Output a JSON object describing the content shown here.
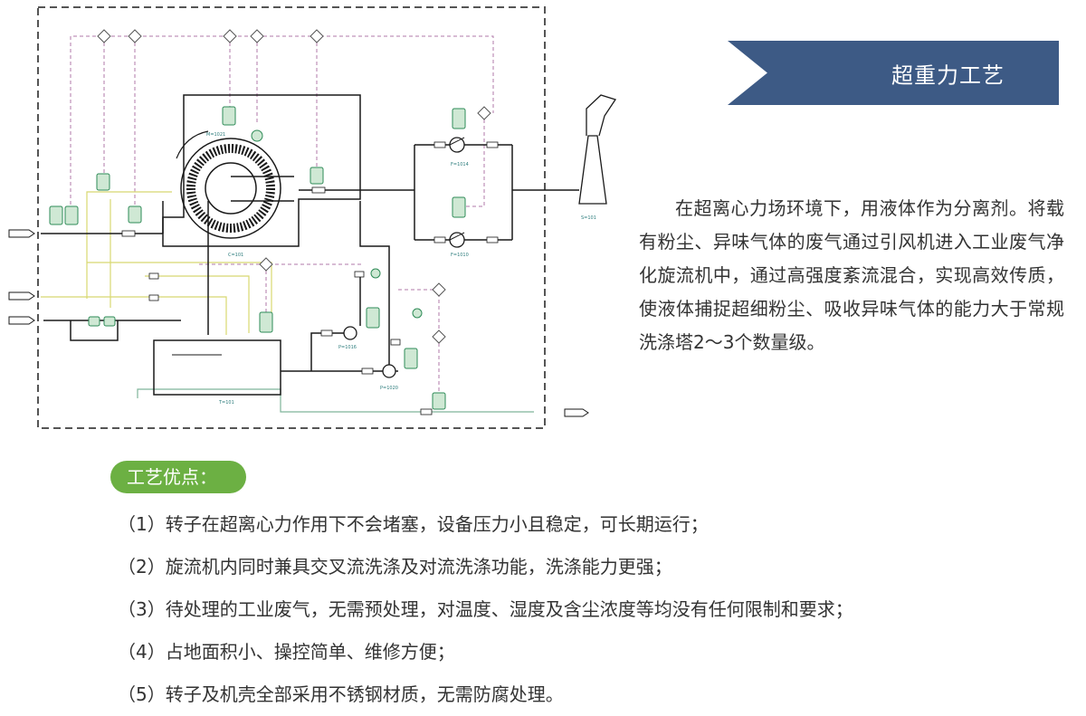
{
  "header": {
    "title": "超重力工艺"
  },
  "description": "在超离心力场环境下，用液体作为分离剂。将载有粉尘、异味气体的废气通过引风机进入工业废气净化旋流机中，通过高强度紊流混合，实现高效传质，使液体捕捉超细粉尘、吸收异味气体的能力大于常规洗涤塔2～3个数量级。",
  "advantages": {
    "title": "工艺优点：",
    "items": [
      "（1）转子在超离心力作用下不会堵塞，设备压力小且稳定，可长期运行；",
      "（2）旋流机内同时兼具交叉流洗涤及对流洗涤功能，洗涤能力更强；",
      "（3）待处理的工业废气，无需预处理，对温度、湿度及含尘浓度等均没有任何限制和要求；",
      "（4）占地面积小、操控简单、维修方便；",
      "（5）转子及机壳全部采用不锈钢材质，无需防腐处理。"
    ]
  },
  "diagram_labels": {
    "motor": "M=1021",
    "fan_top": "F=1014",
    "fan_bottom": "F=1010",
    "stack": "S=101",
    "rotary": "C=101",
    "tank": "T=101",
    "pump_1": "P=1016",
    "pump_2": "P=1020"
  },
  "colors": {
    "banner": "#3d5a85",
    "pill": "#6cb043",
    "process_line": "#1a1a1a",
    "signal_line": "#b07aa8",
    "yellow_line": "#d8d870",
    "green_line": "#7fb59a",
    "instrument": "#2e8b57"
  }
}
